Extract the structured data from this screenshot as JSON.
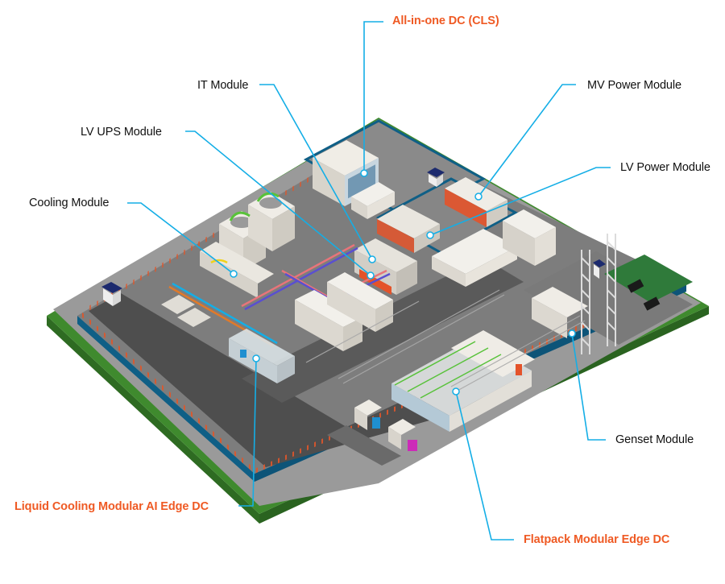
{
  "title": "Modular Data Center Campus",
  "colors": {
    "leader": "#14aee6",
    "highlight": "#ef5a24",
    "text": "#111111",
    "grass": "#3f8a2e",
    "grass_side": "#2e6b22",
    "pavement": "#8d8d8d",
    "road": "#4e4e4e",
    "wall": "#0f5f86",
    "fence": "#e0562a",
    "module_white": "#e9e6df",
    "module_orange": "#e4532a",
    "cyan_box": "#1f8fd0",
    "magenta_box": "#cc2bb8",
    "pipe_red": "#e8747a",
    "pipe_blue": "#5a4fd0",
    "pipe_yellow": "#f0d21a",
    "pipe_green": "#58c23a",
    "guard_roof": "#1c2a6e"
  },
  "labels": [
    {
      "id": "all-in-one-dc",
      "text": "All-in-one DC (CLS)",
      "highlight": true
    },
    {
      "id": "it-module",
      "text": "IT Module",
      "highlight": false
    },
    {
      "id": "mv-power-module",
      "text": "MV Power Module",
      "highlight": false
    },
    {
      "id": "lv-ups-module",
      "text": "LV UPS Module",
      "highlight": false
    },
    {
      "id": "lv-power-module",
      "text": "LV Power Module",
      "highlight": false
    },
    {
      "id": "cooling-module",
      "text": "Cooling Module",
      "highlight": false
    },
    {
      "id": "genset-module",
      "text": "Genset Module",
      "highlight": false
    },
    {
      "id": "liquid-cooling-edge-dc",
      "text": "Liquid Cooling Modular AI Edge DC",
      "highlight": true
    },
    {
      "id": "flatpack-edge-dc",
      "text": "Flatpack Modular Edge DC",
      "highlight": true
    }
  ]
}
